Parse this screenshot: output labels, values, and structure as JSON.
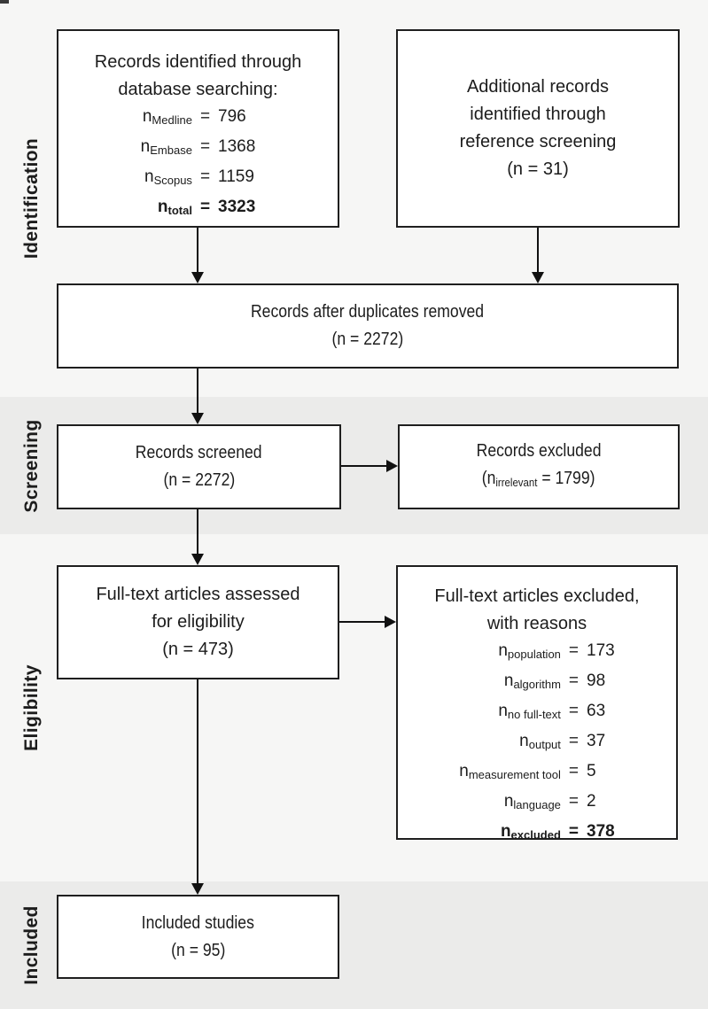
{
  "symbols": {
    "n": "n",
    "eq": "="
  },
  "colors": {
    "band_light": "#f6f6f5",
    "band_dark": "#ebebea",
    "box_fill": "#ffffff",
    "box_border": "#1f1f1f",
    "text": "#1c1c1c",
    "arrow": "#111111"
  },
  "phases": [
    {
      "label": "Identification"
    },
    {
      "label": "Screening"
    },
    {
      "label": "Eligibility"
    },
    {
      "label": "Included"
    }
  ],
  "boxes": {
    "db_search": {
      "title_line1": "Records identified through",
      "title_line2": "database searching:",
      "counts": [
        {
          "sub": "Medline",
          "value": "796"
        },
        {
          "sub": "Embase",
          "value": "1368"
        },
        {
          "sub": "Scopus",
          "value": "1159"
        },
        {
          "sub": "total",
          "value": "3323"
        }
      ]
    },
    "reference": {
      "line1": "Additional records",
      "line2": "identified through",
      "line3": "reference screening",
      "line4": "(n = 31)"
    },
    "duplicates": {
      "line1": "Records after duplicates removed",
      "line2": "(n = 2272)"
    },
    "screened": {
      "line1": "Records screened",
      "line2": "(n = 2272)"
    },
    "excluded_screen": {
      "line1": "Records excluded",
      "paren_prefix": "(n",
      "sub": "irrelevant",
      "paren_suffix": " = 1799)"
    },
    "fulltext": {
      "line1": "Full-text articles assessed",
      "line2": "for eligibility",
      "line3": "(n = 473)"
    },
    "fulltext_excluded": {
      "title_line1": "Full-text articles excluded,",
      "title_line2": "with reasons",
      "counts": [
        {
          "sub": "population",
          "value": "173"
        },
        {
          "sub": "algorithm",
          "value": "98"
        },
        {
          "sub": "no full-text",
          "value": "63"
        },
        {
          "sub": "output",
          "value": "37"
        },
        {
          "sub": "measurement tool",
          "value": "5"
        },
        {
          "sub": "language",
          "value": "2"
        },
        {
          "sub": "excluded",
          "value": "378"
        }
      ]
    },
    "included": {
      "line1": "Included studies",
      "line2": "(n = 95)"
    }
  }
}
